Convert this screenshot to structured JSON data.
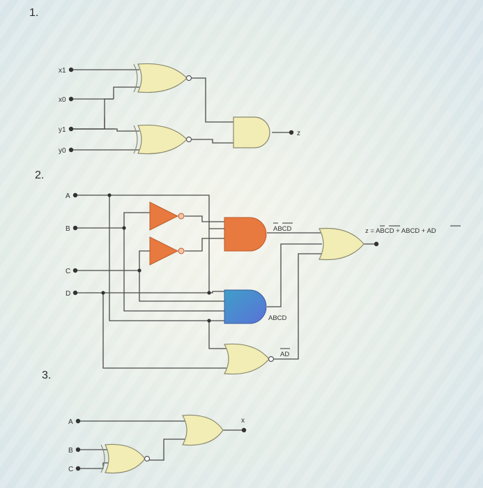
{
  "sections": [
    {
      "number": "1.",
      "inputs": [
        "x1",
        "x0",
        "y1",
        "y0"
      ],
      "output": "z"
    },
    {
      "number": "2.",
      "inputs": [
        "A",
        "B",
        "C",
        "D"
      ],
      "terms": [
        "ABCD",
        "ABCD",
        "AD"
      ],
      "expression": "z = ABCD + ABCD + AD",
      "expression_parts": [
        "z = ",
        "ABCD",
        " + ABCD + ",
        "AD"
      ]
    },
    {
      "number": "3.",
      "inputs": [
        "A",
        "B",
        "C"
      ],
      "output": "x"
    }
  ],
  "colors": {
    "background": "#dfe8e6",
    "gate_fill": "#f2edb4",
    "and_orange": "#e8793f",
    "and_blue": "#4f8fd4",
    "inverter": "#e8793f",
    "wire": "#4a4a4a"
  }
}
